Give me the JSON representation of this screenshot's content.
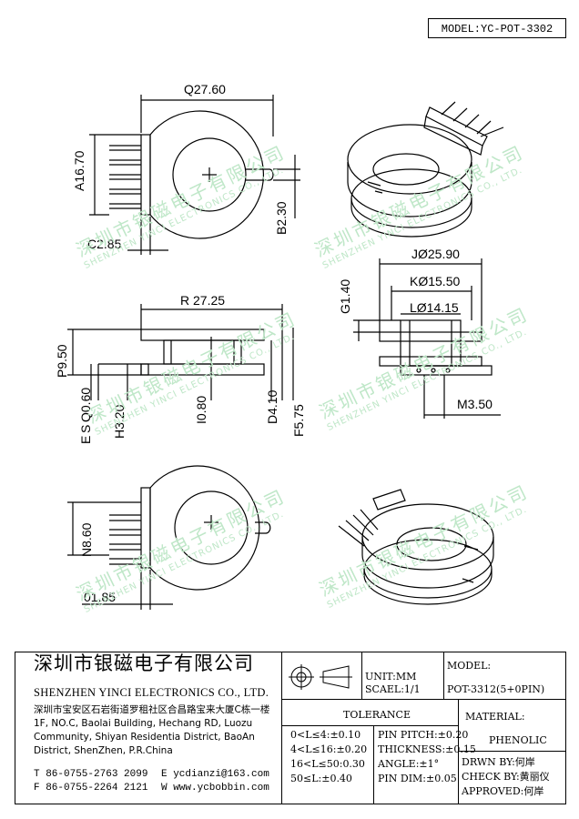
{
  "model_label": "MODEL:YC-POT-3302",
  "dimensions": {
    "q": "Q27.60",
    "a": "A16.70",
    "b": "B2.30",
    "c": "C2.85",
    "r": "R 27.25",
    "p": "P9.50",
    "e": "E",
    "s": "S",
    "q2": "Q0.60",
    "h": "H3.20",
    "i": "I0.80",
    "d": "D4.10",
    "f": "F5.75",
    "j": "JØ25.90",
    "k": "KØ15.50",
    "l": "LØ14.15",
    "g": "G1.40",
    "m": "M3.50",
    "n": "N8.60",
    "o": "01.85"
  },
  "watermark": {
    "cn": "深圳市银磁电子有限公司",
    "en": "SHENZHEN YINCI ELECTRONICS CO., LTD."
  },
  "title_block": {
    "company_cn": "深圳市银磁电子有限公司",
    "company_en": "SHENZHEN YINCI ELECTRONICS CO., LTD.",
    "address": [
      "深圳市宝安区石岩街道罗租社区合昌路宝来大厦C栋一楼",
      "1F, NO.C, Baolai Building, Hechang RD, Luozu",
      "Community, Shiyan Residentia District, BaoAn",
      "District, ShenZhen, P.R.China"
    ],
    "tel": "T 86-0755-2763 2099",
    "fax": "F 86-0755-2264 2121",
    "email": "E ycdianzi@163.com",
    "web": "W www.ycbobbin.com",
    "unit": "UNIT:MM",
    "scale": "SCAEL:1/1",
    "model_label": "MODEL:",
    "model_value": "POT-3312(5+0PIN)",
    "tolerance_title": "TOLERANCE",
    "tolerance_left": [
      "0<L≤4:±0.10",
      "4<L≤16:±0.20",
      "16<L≤50:0.30",
      "50≤L:±0.40"
    ],
    "tolerance_right": [
      "PIN PITCH:±0.20",
      "THICKNESS:±0.15",
      "ANGLE:±1°",
      "PIN DIM:±0.05"
    ],
    "material_label": "MATERIAL:",
    "material_value": "PHENOLIC",
    "drawn_by": "DRWN BY:何岸",
    "check_by": "CHECK BY:黄丽仪",
    "approved": "APPROVED:何岸"
  }
}
